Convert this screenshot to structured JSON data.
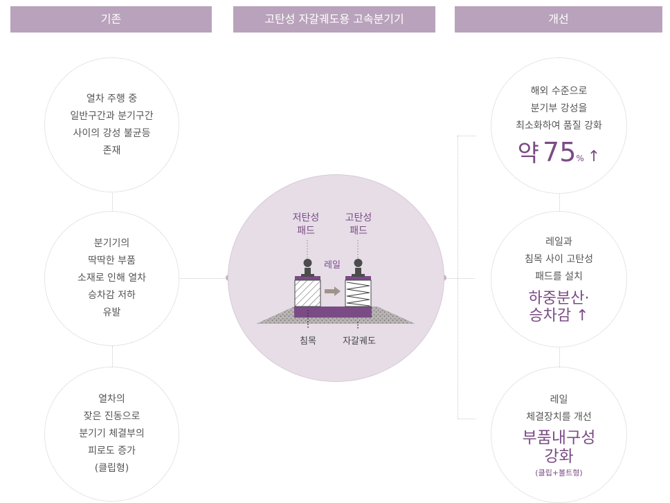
{
  "headers": {
    "existing": "기존",
    "center": "고탄성 자갈궤도용 고속분기기",
    "improvement": "개선"
  },
  "left": {
    "c1": [
      "열차 주행 중",
      "일반구간과 분기구간",
      "사이의 강성 불균등",
      "존재"
    ],
    "c2": [
      "분기기의",
      "딱딱한 부품",
      "소재로 인해 열차",
      "승차감 저하",
      "유발"
    ],
    "c3": [
      "열차의",
      "잦은 진동으로",
      "분기기 체결부의",
      "피로도 증가",
      "(클립형)"
    ]
  },
  "right": {
    "c1": {
      "lines": [
        "해외 수준으로",
        "분기부 강성을",
        "최소화하여 품질 강화"
      ],
      "prefix": "약",
      "number": "75",
      "unit": "%",
      "arrow": "↑"
    },
    "c2": {
      "lines": [
        "레일과",
        "침목 사이 고탄성",
        "패드를 설치"
      ],
      "big1": "하중분산·",
      "big2": "승차감 ↑"
    },
    "c3": {
      "lines": [
        "레일",
        "체결장치를 개선"
      ],
      "big1": "부품내구성",
      "big2": "강화",
      "note": "(클립+볼트형)"
    }
  },
  "diagram": {
    "low_pad": [
      "저탄성",
      "패드"
    ],
    "high_pad": [
      "고탄성",
      "패드"
    ],
    "rail": "레일",
    "sleeper": "침목",
    "ballast_track": "자갈궤도"
  },
  "colors": {
    "accent": "#7b4b86",
    "header": "#b9a2bb",
    "pad": "#8b5a8f"
  }
}
